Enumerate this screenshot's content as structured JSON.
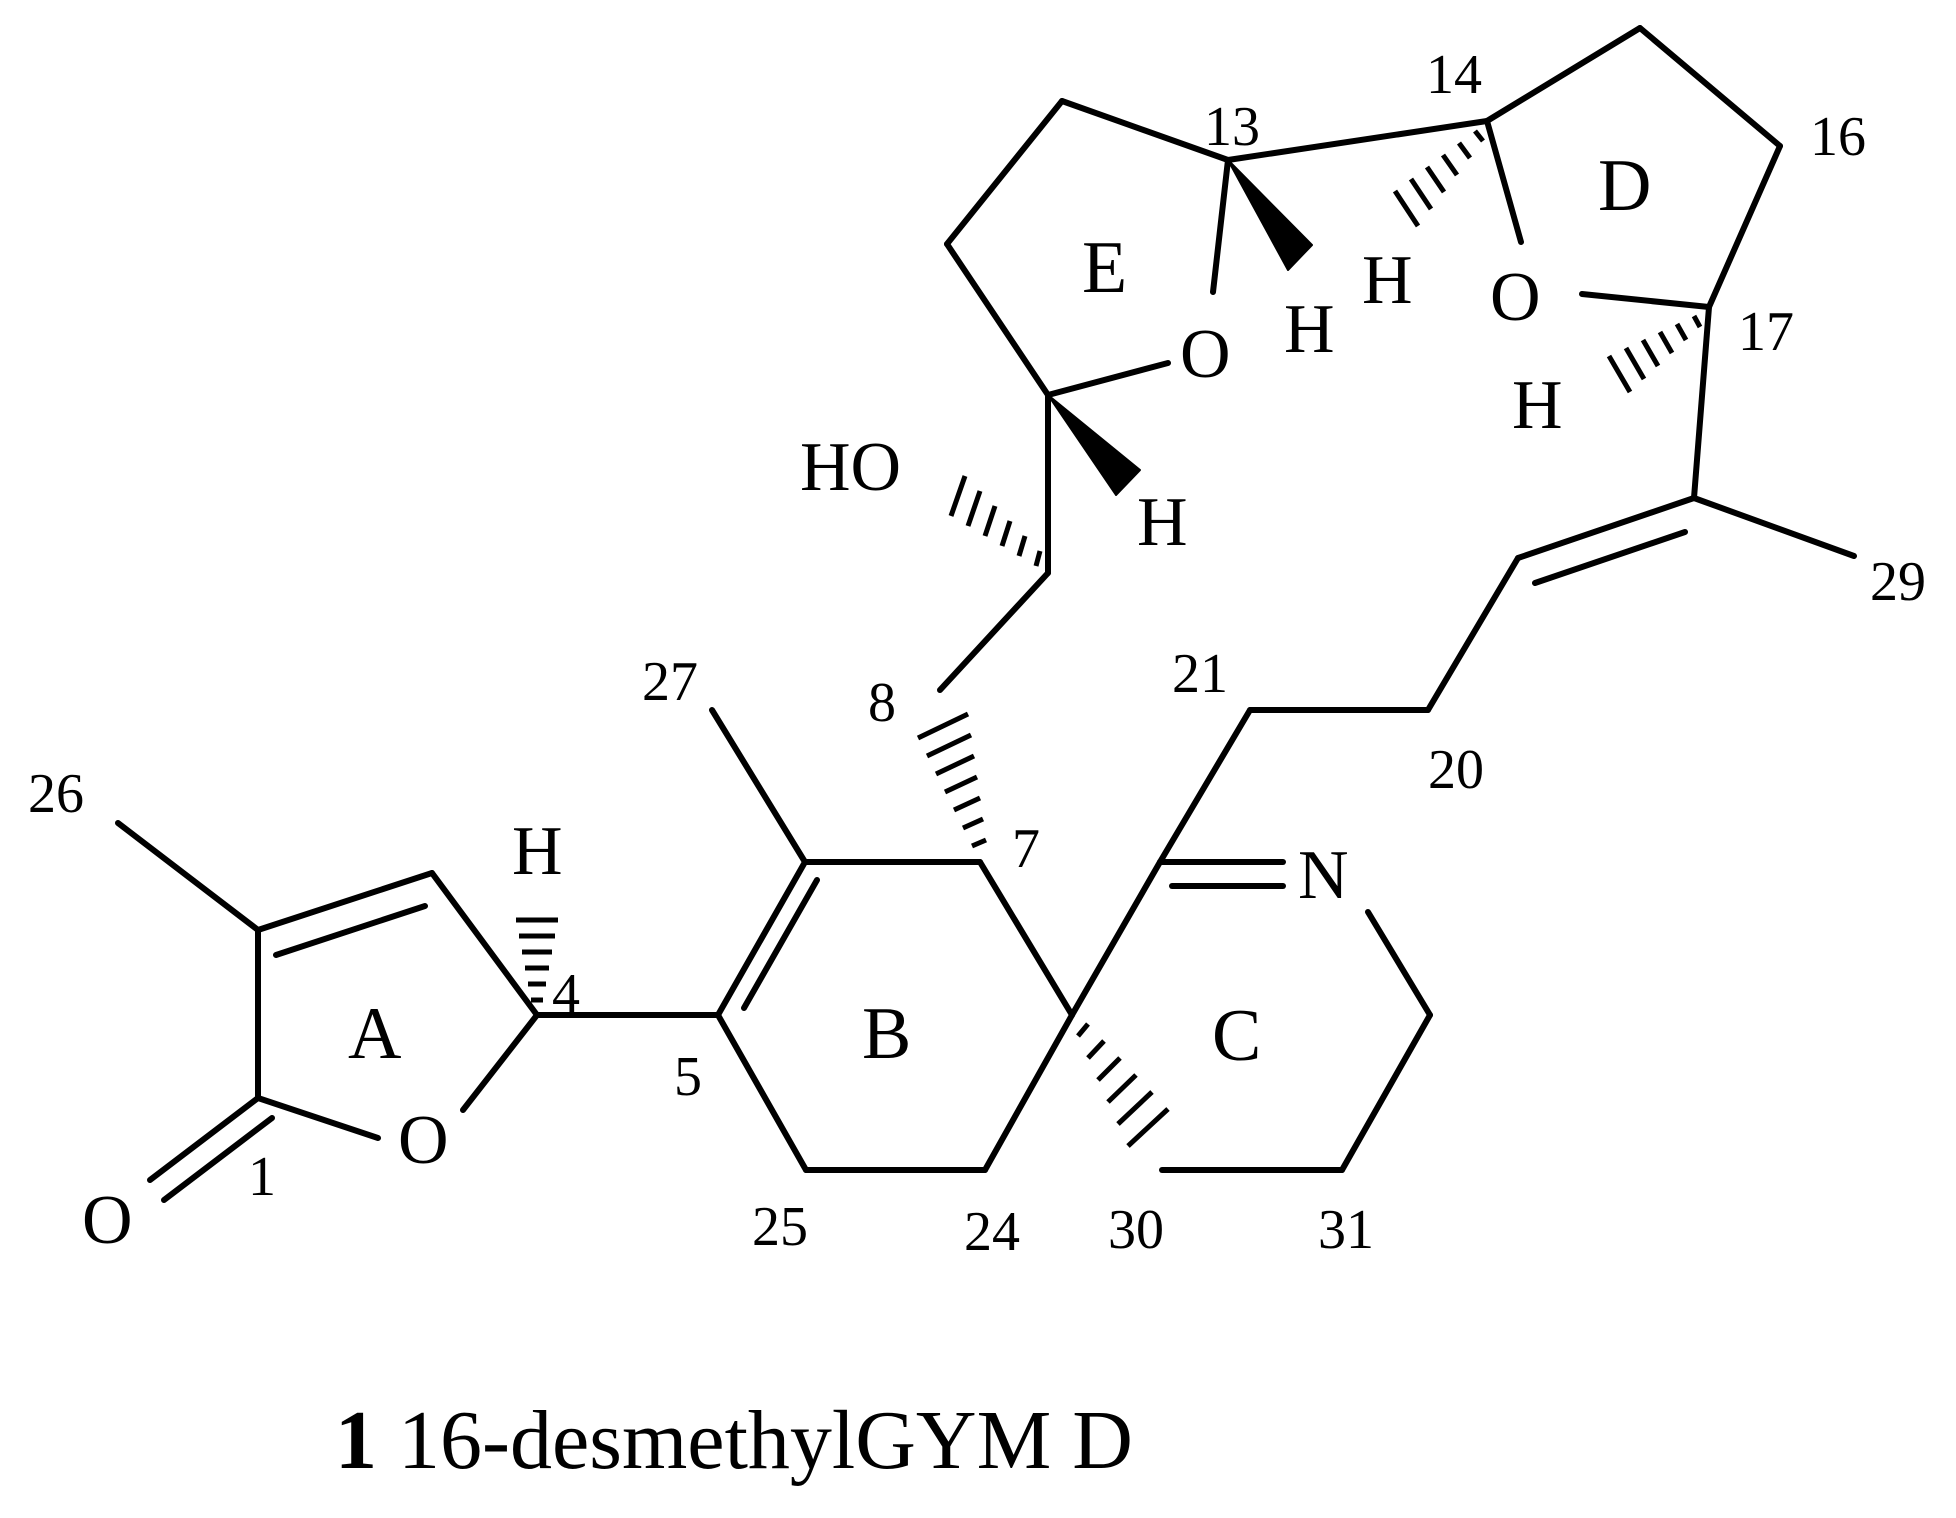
{
  "compound": {
    "number": "1",
    "name": "16-desmethylGYM D"
  },
  "atoms": {
    "O_carbonyl": "O",
    "O_ringA": "O",
    "O_ringE": "O",
    "O_ringD": "O",
    "N": "N",
    "HO": "HO",
    "H4": "H",
    "H9": "H",
    "H13": "H",
    "H14": "H",
    "H17": "H"
  },
  "locants": {
    "n1": "1",
    "n4": "4",
    "n5": "5",
    "n7": "7",
    "n8": "8",
    "n13": "13",
    "n14": "14",
    "n16": "16",
    "n17": "17",
    "n20": "20",
    "n21": "21",
    "n24": "24",
    "n25": "25",
    "n26": "26",
    "n27": "27",
    "n29": "29",
    "n30": "30",
    "n31": "31"
  },
  "rings": {
    "A": "A",
    "B": "B",
    "C": "C",
    "D": "D",
    "E": "E"
  },
  "colors": {
    "ink": "#000000",
    "background": "#ffffff"
  }
}
